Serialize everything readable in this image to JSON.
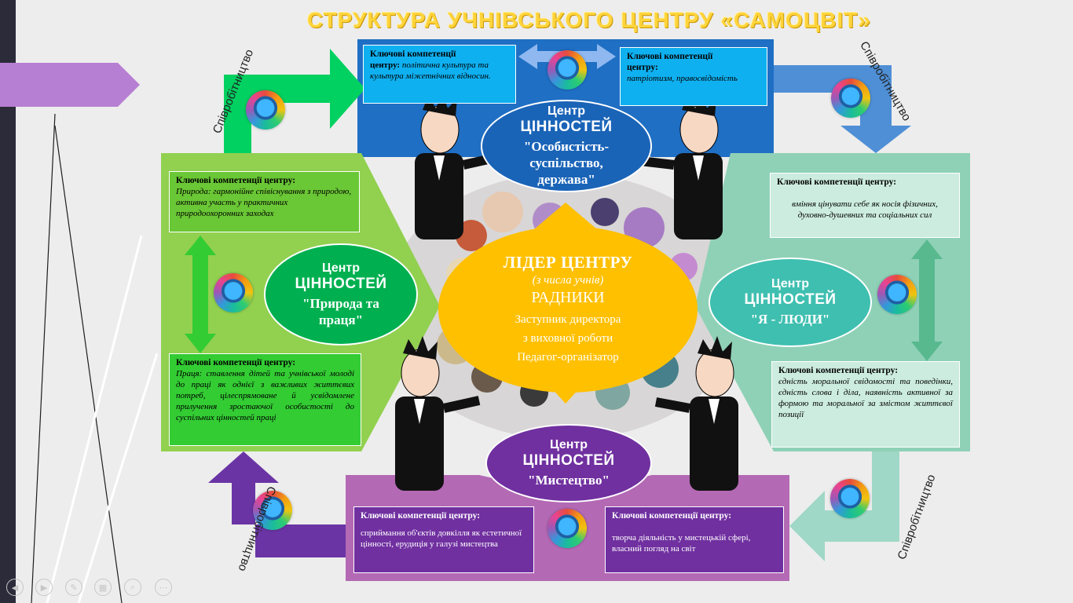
{
  "title": "СТРУКТУРА УЧНІВСЬКОГО ЦЕНТРУ «САМОЦВІТ»",
  "cooperation_label": "Співробітництво",
  "leader": {
    "line1": "ЛІДЕР ЦЕНТРУ",
    "line2": "(з числа учнів)",
    "line3": "РАДНИКИ",
    "line4": "Заступник директора",
    "line5": "з виховної роботи",
    "line6": "Педагог-організатор"
  },
  "centers": {
    "top": {
      "l1": "Центр",
      "l2": "ЦІННОСТЕЙ",
      "l3": "\"Особистість-",
      "l4": "суспільство,",
      "l5": "держава\""
    },
    "left": {
      "l1": "Центр",
      "l2": "ЦІННОСТЕЙ",
      "l3": "\"Природа та",
      "l4": "праця\""
    },
    "right": {
      "l1": "Центр",
      "l2": "ЦІННОСТЕЙ",
      "l3": "\"Я - ЛЮДИ\""
    },
    "bottom": {
      "l1": "Центр",
      "l2": "ЦІННОСТЕЙ",
      "l3": "\"Мистецтво\""
    }
  },
  "boxes": {
    "top_left": {
      "h": "Ключові компетенції",
      "h2": "центру:",
      "t": "політична культура та культура міжетнічних відносин."
    },
    "top_right": {
      "h": "Ключові компетенції",
      "h2": "центру:",
      "t": "патріотизм, правосвідомість"
    },
    "left_top": {
      "h": "Ключові компетенції центру:",
      "t": "Природа: гармонійне співіснування з природою, активна участь у практичних природоохоронних заходах"
    },
    "left_bottom": {
      "h": "Ключові компетенції центру:",
      "t": "Праця: ставлення дітей та учнівської молоді до праці як однієї з важливих життєвих потреб, цілеспрямоване й усвідомлене прилучення зростаючої особистості до суспільних цінностей праці"
    },
    "right_top": {
      "h": "Ключові компетенції центру:",
      "t": "вміння цінувати себе як носія фізичних, духовно-душевних та соціальних сил"
    },
    "right_bottom": {
      "h": "Ключові компетенції центру:",
      "t": "єдність моральної свідомості та поведінки, єдність слова і діла, наявність активної за формою та моральної за змістом життєвої позиції"
    },
    "bottom_left": {
      "h": "Ключові компетенції центру:",
      "t": "сприймання об'єктів довкілля як естетичної цінності, ерудиція у галузі мистецтва"
    },
    "bottom_right": {
      "h": "Ключові компетенції центру:",
      "t": "творча діяльність у мистецькій сфері, власний погляд на світ"
    }
  },
  "colors": {
    "blue": "#1f6fc4",
    "green": "#92d050",
    "teal": "#8fd1b7",
    "purple": "#b469b4",
    "leader": "#ffc000",
    "title": "#ffd43b"
  }
}
